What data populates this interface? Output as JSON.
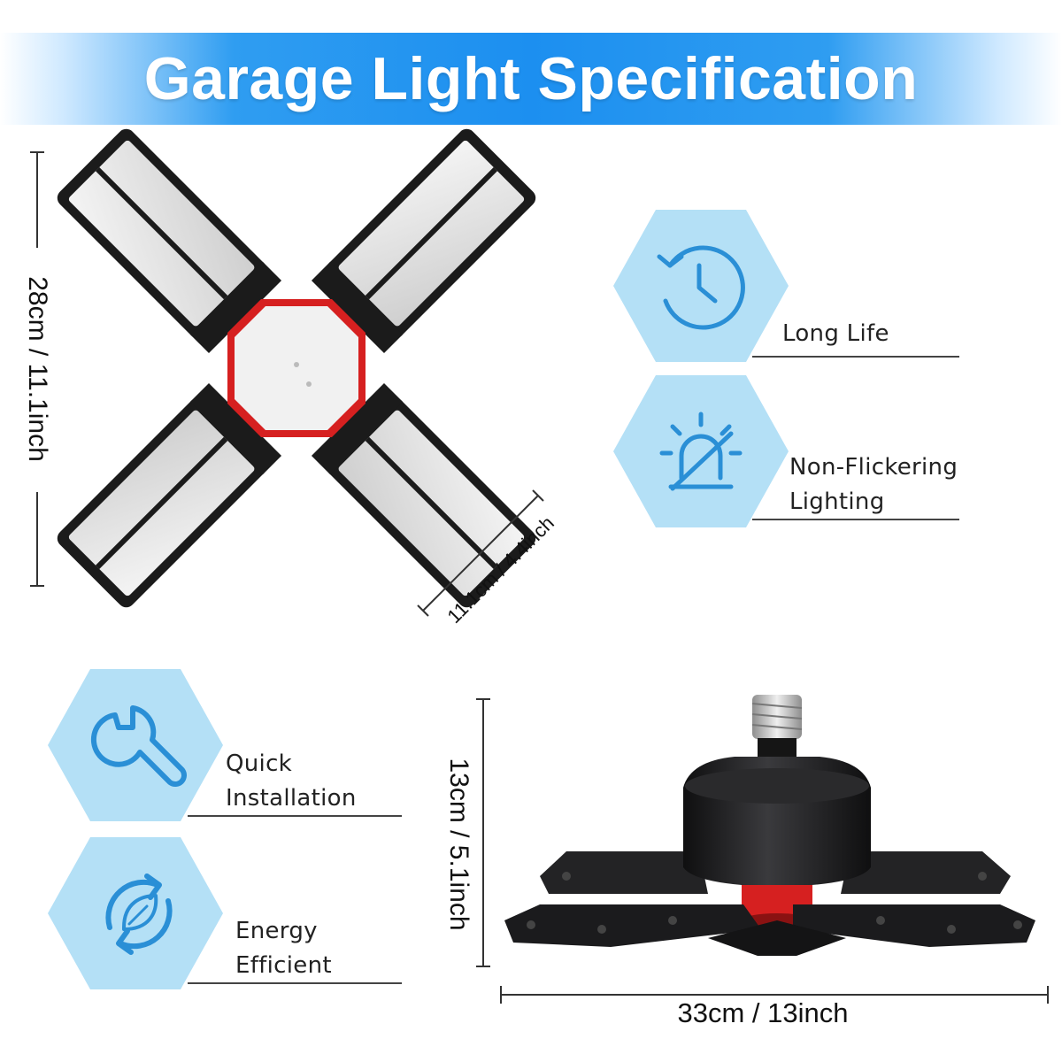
{
  "header": {
    "title": "Garage Light Specification"
  },
  "dimensions": {
    "top_height": "28cm / 11.1inch",
    "panel_width": "11.1cm / 4.4inch",
    "side_height": "13cm / 5.1inch",
    "side_width": "33cm / 13inch"
  },
  "features": [
    {
      "id": "long-life",
      "icon": "clock-icon",
      "line1": "Long Life",
      "line2": ""
    },
    {
      "id": "non-flickering",
      "icon": "alarm-light-off-icon",
      "line1": "Non-Flickering",
      "line2": "Lighting"
    },
    {
      "id": "quick-installation",
      "icon": "wrench-icon",
      "line1": "Quick",
      "line2": "Installation"
    },
    {
      "id": "energy-efficient",
      "icon": "leaf-recycle-icon",
      "line1": "Energy",
      "line2": "Efficient"
    }
  ],
  "colors": {
    "banner_blue": "#1c8ff0",
    "hexagon_fill": "#b4e0f6",
    "icon_blue": "#2a8fd6",
    "product_body": "#1d1d1f",
    "accent_red": "#d62020"
  }
}
